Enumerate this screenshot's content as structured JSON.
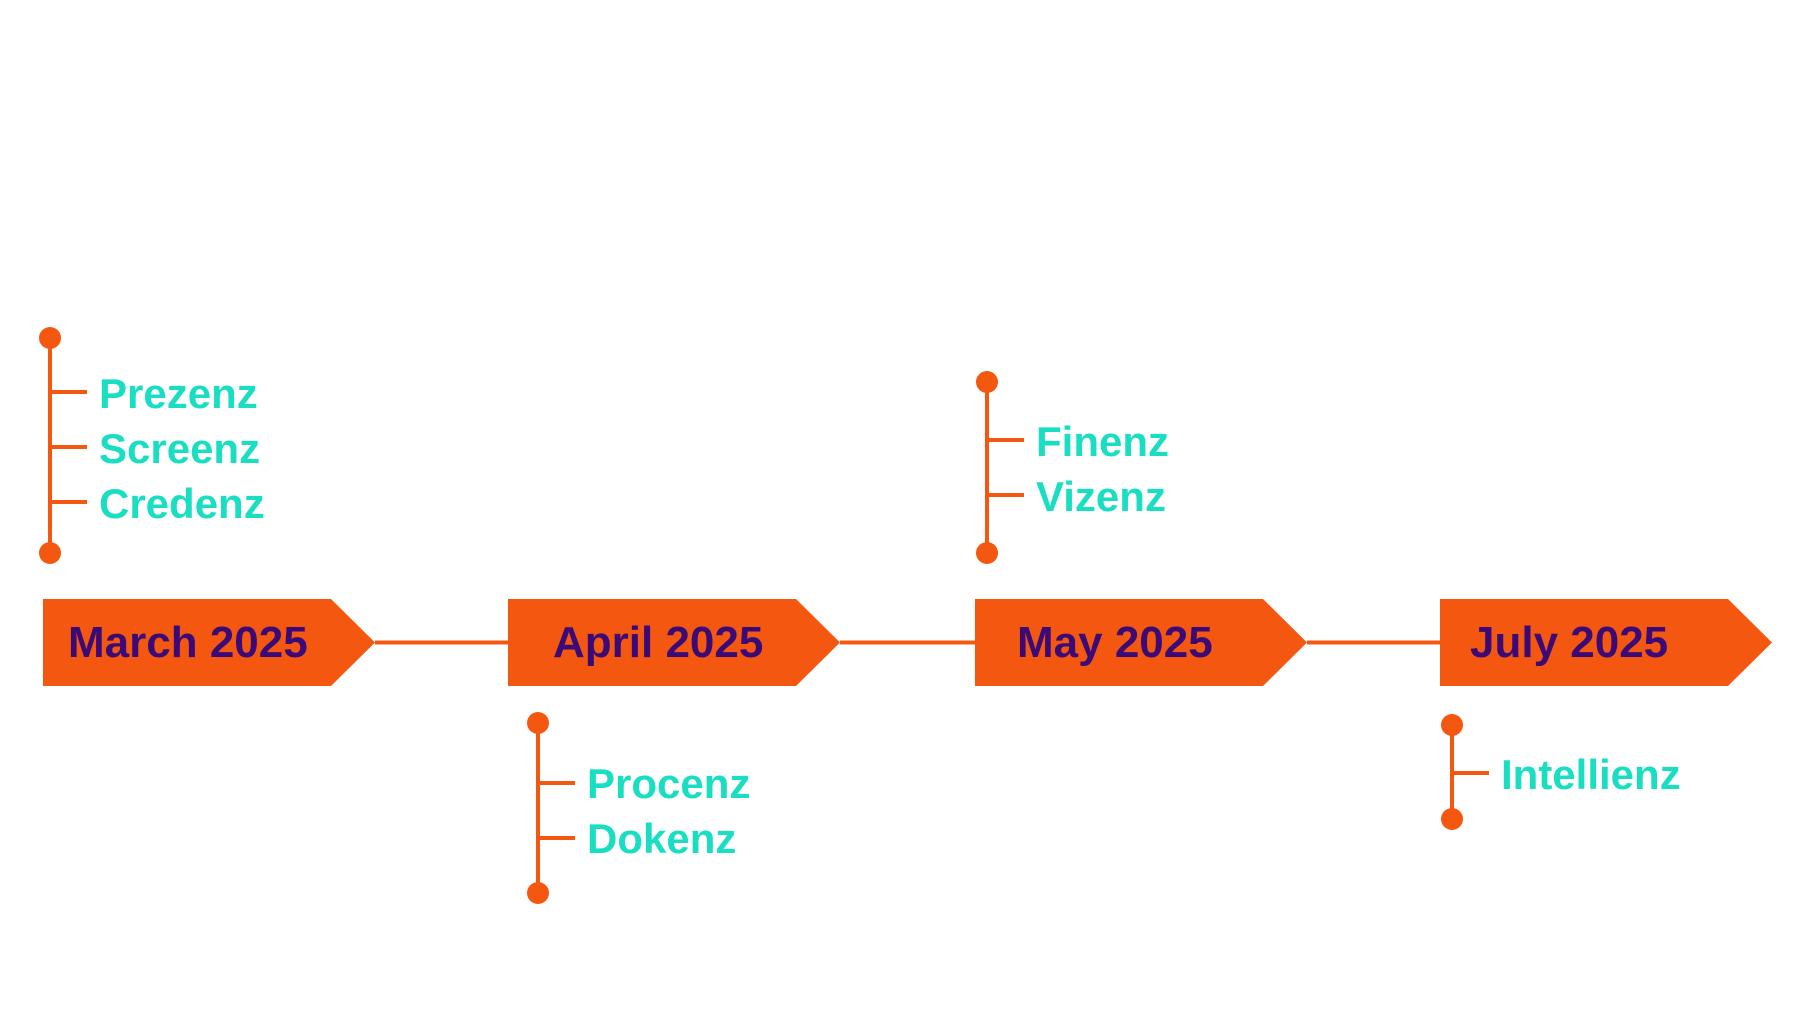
{
  "colors": {
    "accent": "#F4570F",
    "milestone_text": "#3B0A77",
    "item_text": "#19DEC2",
    "background": "#FFFFFF"
  },
  "milestones": [
    {
      "label": "March 2025",
      "items": [
        "Prezenz",
        "Screenz",
        "Credenz"
      ],
      "side": "above"
    },
    {
      "label": "April 2025",
      "items": [
        "Procenz",
        "Dokenz"
      ],
      "side": "below"
    },
    {
      "label": "May 2025",
      "items": [
        "Finenz",
        "Vizenz"
      ],
      "side": "above"
    },
    {
      "label": "July 2025",
      "items": [
        "Intellienz"
      ],
      "side": "below"
    }
  ]
}
